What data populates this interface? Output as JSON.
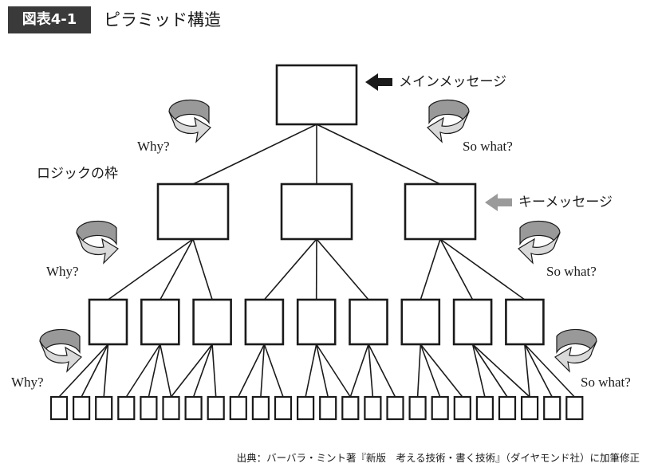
{
  "figure": {
    "tag": "図表4-1",
    "title": "ピラミッド構造"
  },
  "labels": {
    "main_message": "メインメッセージ",
    "key_message": "キーメッセージ",
    "logic_frame": "ロジックの枠",
    "why": "Why?",
    "so_what": "So what?"
  },
  "structure": {
    "levels": [
      1,
      3,
      9,
      24
    ]
  },
  "colors": {
    "line": "#1a1a1a",
    "arrow_main": "#1a1a1a",
    "arrow_key": "#9a9a9a",
    "curl_dark": "#999999",
    "curl_light": "#d9d9d9"
  },
  "caption": "出典：バーバラ・ミント著『新版　考える技術・書く技術』（ダイヤモンド社）に加筆修正"
}
